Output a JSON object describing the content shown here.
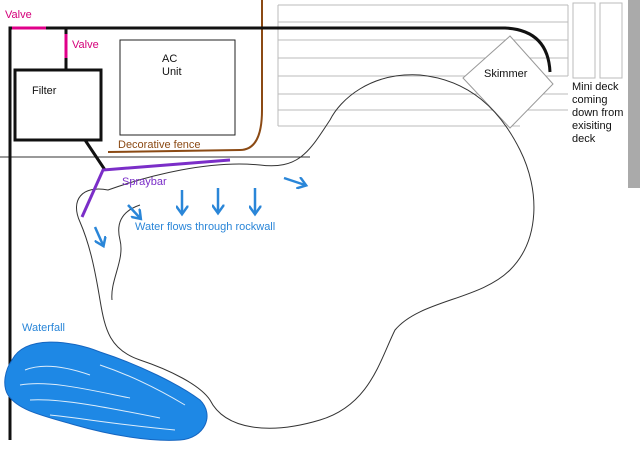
{
  "labels": {
    "valve_top": "Valve",
    "valve_side": "Valve",
    "filter": "Filter",
    "ac_unit_line1": "AC",
    "ac_unit_line2": "Unit",
    "decorative_fence": "Decorative fence",
    "spraybar": "Spraybar",
    "water_flow": "Water flows through rockwall",
    "waterfall": "Waterfall",
    "skimmer": "Skimmer",
    "mini_deck_lines": [
      "Mini deck",
      "coming",
      "down from",
      "exisiting",
      "deck"
    ]
  },
  "colors": {
    "pipe": "#111111",
    "valve": "#e0008a",
    "fence": "#8b4a14",
    "spraybar": "#7b2ec8",
    "water": "#2a86d8",
    "waterfall": "#1e88e5",
    "deck": "#bbbbbb",
    "deck_post": "#aaaaaa"
  }
}
